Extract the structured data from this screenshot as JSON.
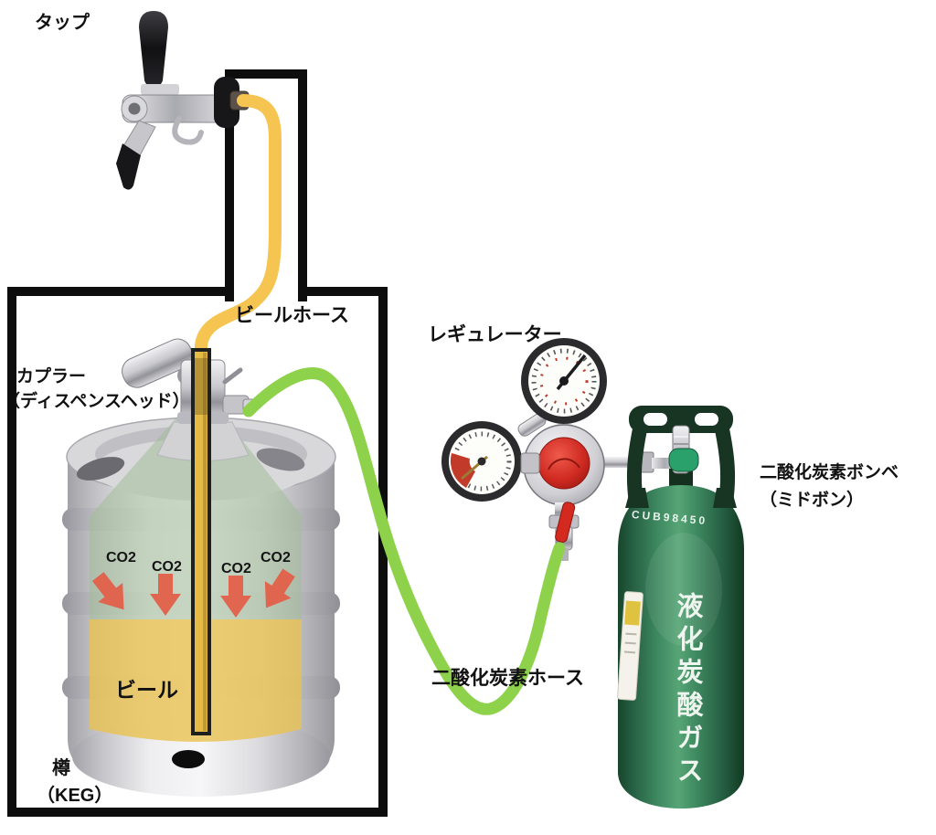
{
  "labels": {
    "tap": "タップ",
    "beer_hose": "ビールホース",
    "coupler_line1": "カプラー",
    "coupler_line2": "（ディスペンスヘッド）",
    "regulator": "レギュレーター",
    "co2_hose": "二酸化炭素ホース",
    "cylinder_line1": "二酸化炭素ボンベ",
    "cylinder_line2": "（ミドボン）",
    "keg_line1": "樽",
    "keg_line2": "（KEG）",
    "beer": "ビール"
  },
  "keg": {
    "co2_labels": [
      "CO2",
      "CO2",
      "CO2",
      "CO2"
    ]
  },
  "cylinder": {
    "serial": "CUB98450",
    "side_text": "液化炭酸ガス"
  },
  "colors": {
    "beer_hose": "#f6c451",
    "co2_hose": "#8ed24c",
    "beer_overlay": "#eac251",
    "co2_gas_overlay": "#a3bd97",
    "co2_arrow": "#e2604a",
    "cylinder_green": "#3f8a61",
    "regulator_knob_red": "#cf2a21",
    "valve_knob_green": "#2aa06b",
    "outline_black": "#111111"
  }
}
